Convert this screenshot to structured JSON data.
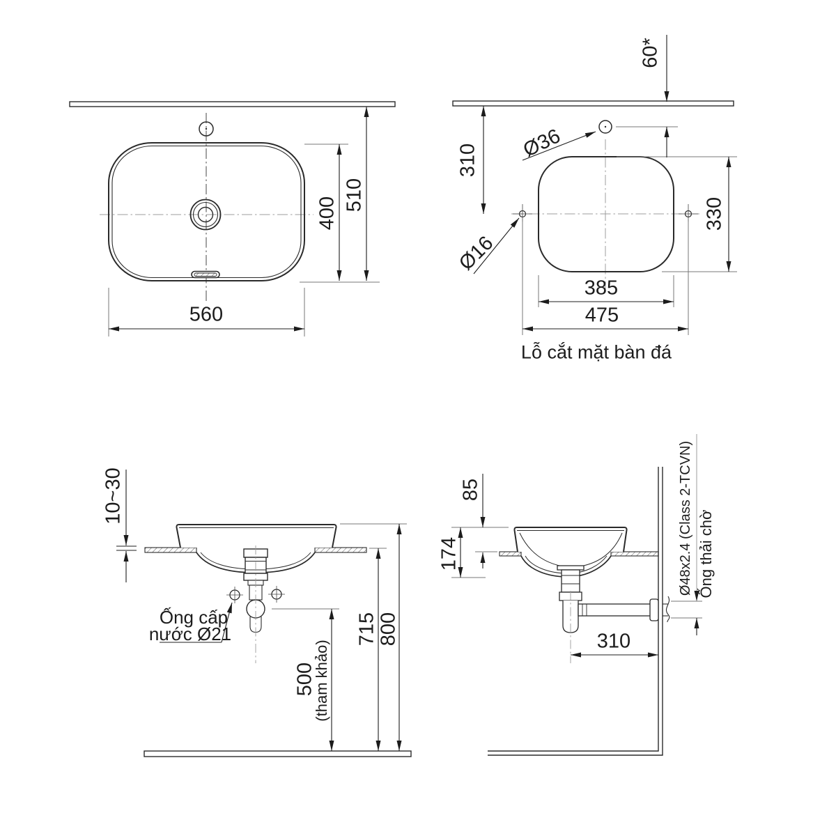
{
  "drawing_title": "Lỗ cắt mặt bàn đá",
  "colors": {
    "object_line": "#2a2a2a",
    "dimension_line": "#1c1c1c",
    "extension_line": "#777777",
    "centerline": "#9c9c9c",
    "background": "#ffffff"
  },
  "views": {
    "plan": {
      "width": "560",
      "bowl_height": "400",
      "total_height": "510"
    },
    "cutout": {
      "back_offset": "60*",
      "back_distance": "310",
      "faucet_hole_dia": "Ø36",
      "fixing_hole_dia": "Ø16",
      "cut_height": "330",
      "cut_width": "385",
      "hole_span": "475",
      "caption": "Lỗ cắt mặt bàn đá"
    },
    "front": {
      "rim_above_counter": "10~30",
      "supply_line1": "Ống cấp",
      "supply_line2": "nước Ø21",
      "trap_height": "500",
      "trap_height_note": "(tham khảo)",
      "counter_height": "715",
      "rim_height": "800"
    },
    "side": {
      "rim_above_counter": "85",
      "bowl_depth": "174",
      "waste_pipe_spec": "Ø48x2.4 (Class 2-TCVN)",
      "waste_pipe_name": "Ống thải chờ",
      "drain_to_wall": "310"
    }
  }
}
